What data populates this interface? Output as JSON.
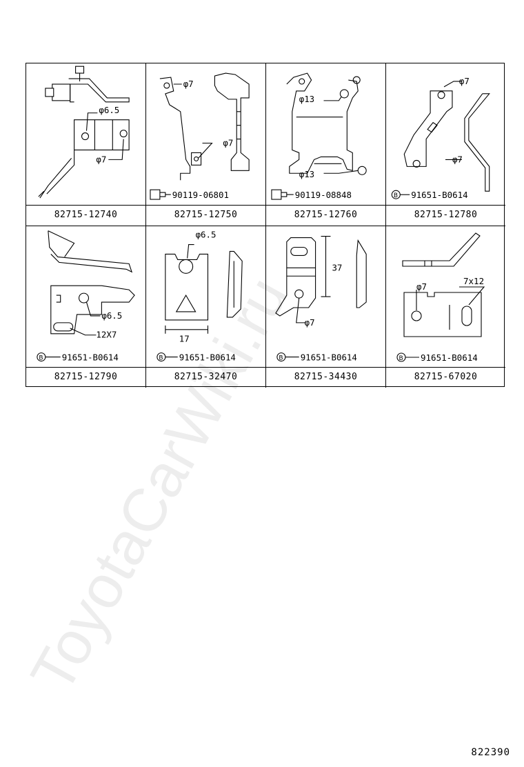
{
  "watermark": "ToyotaCarWiki.ru",
  "page_code": "822390",
  "cells": [
    {
      "part_number": "82715-12740",
      "labels": [
        "φ6.5",
        "φ7"
      ]
    },
    {
      "part_number": "82715-12750",
      "labels": [
        "φ7",
        "φ7"
      ],
      "fastener": "90119-06801"
    },
    {
      "part_number": "82715-12760",
      "labels": [
        "φ13",
        "φ13"
      ],
      "fastener": "90119-08848"
    },
    {
      "part_number": "82715-12780",
      "labels": [
        "φ7",
        "φ7"
      ],
      "fastener": "91651-B0614"
    },
    {
      "part_number": "82715-12790",
      "labels": [
        "φ6.5",
        "12X7"
      ],
      "fastener": "91651-B0614"
    },
    {
      "part_number": "82715-32470",
      "labels": [
        "φ6.5",
        "17"
      ],
      "fastener": "91651-B0614"
    },
    {
      "part_number": "82715-34430",
      "labels": [
        "37",
        "φ7"
      ],
      "fastener": "91651-B0614"
    },
    {
      "part_number": "82715-67020",
      "labels": [
        "φ7",
        "7x12"
      ],
      "fastener": "91651-B0614"
    }
  ]
}
